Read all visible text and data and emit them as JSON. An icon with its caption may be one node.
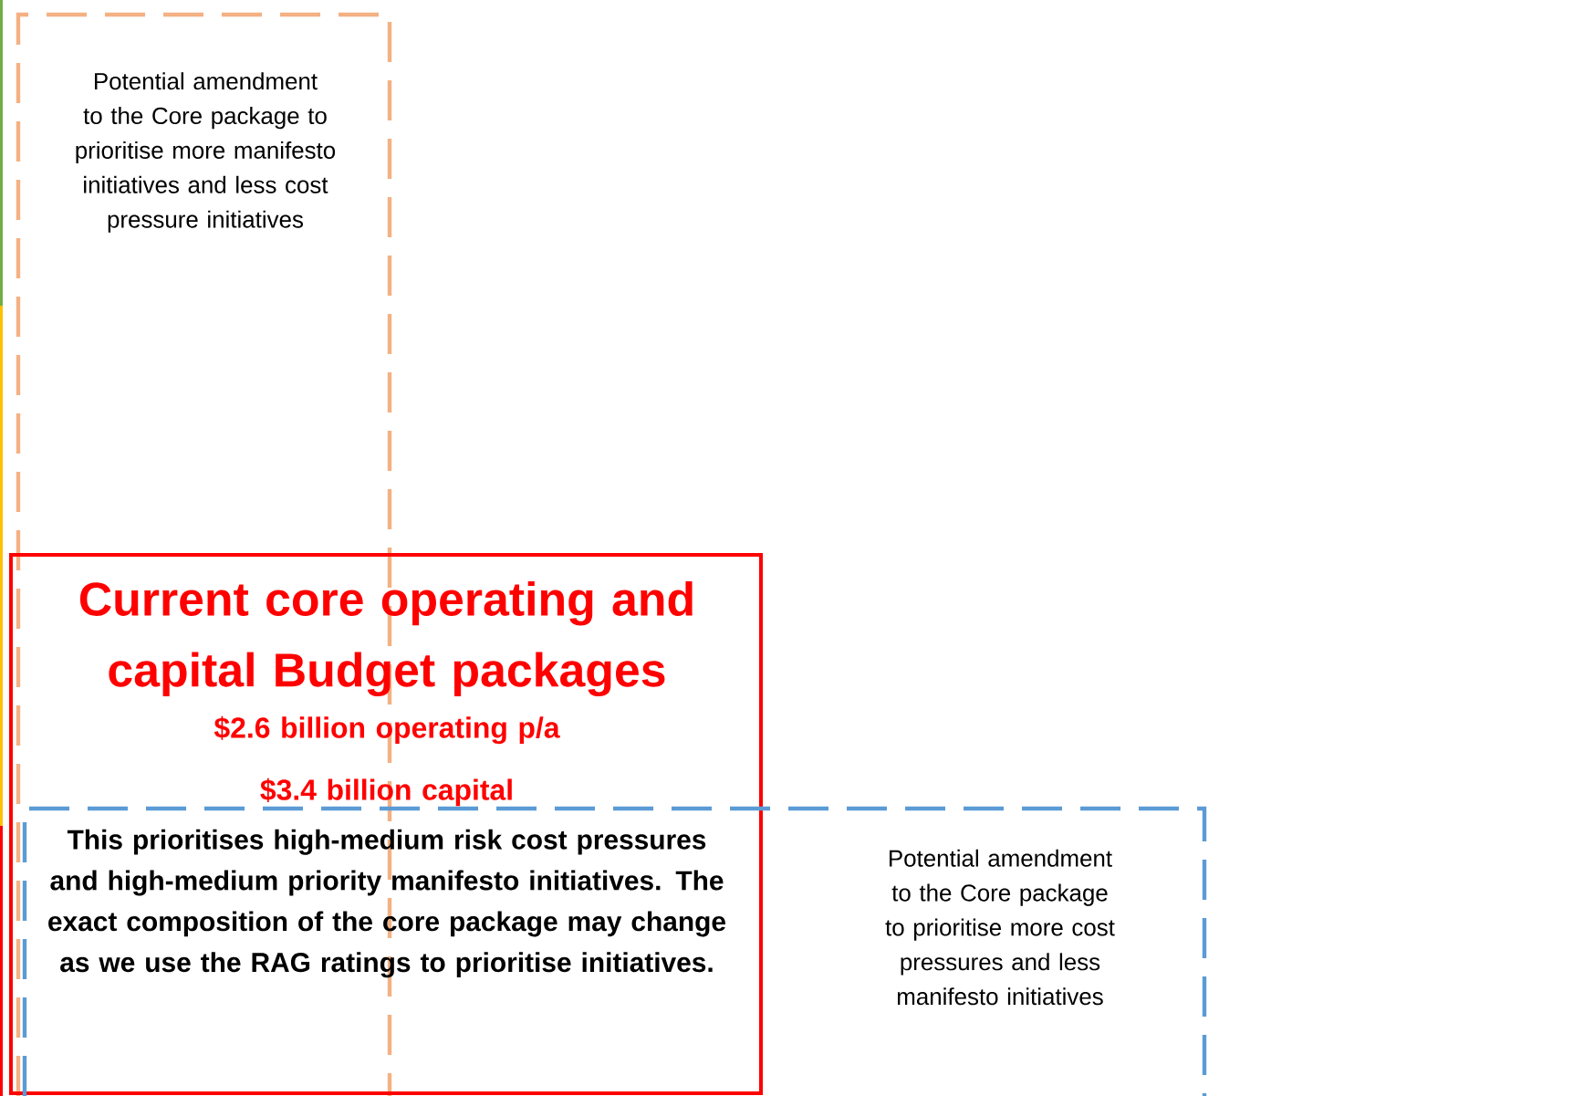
{
  "diagram": {
    "nodes": [
      {
        "text": [
          "Potential amendment to the Core package to prioritise more manifesto initiatives  and less cost pressure initiatives"
        ]
      },
      {
        "text": [
          "Current core operating and capital Budget packages",
          "$2.6 billion operating p/a",
          "$3.4 billion capital"
        ]
      },
      {
        "text": [
          "This prioritises high-medium risk cost pressures and high-medium priority manifesto initiatives. The exact composition of the core package may change as we use the RAG ratings to prioritise initiatives."
        ]
      },
      {
        "text": [
          "Potential amendment to the Core package to prioritise more cost pressures  and less manifesto initiatives"
        ]
      }
    ]
  }
}
